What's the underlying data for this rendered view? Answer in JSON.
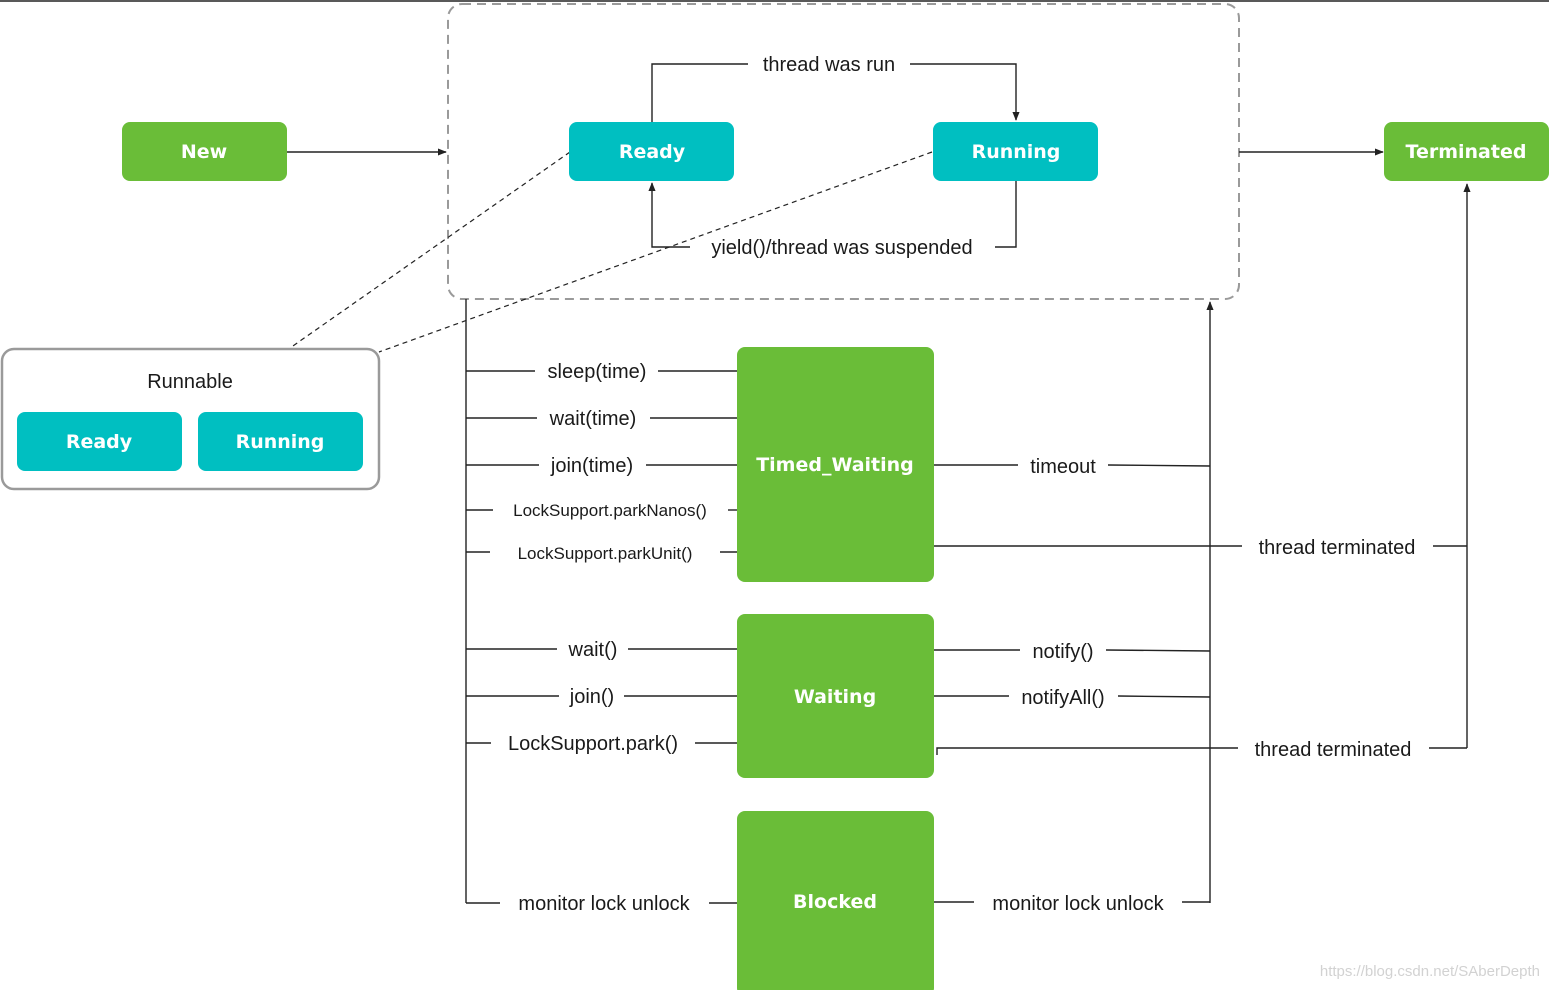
{
  "colors": {
    "state_green": "#6abd38",
    "state_teal": "#00bfc1",
    "group_border": "#9a9a9a",
    "line": "#222222"
  },
  "nodes": {
    "new": "New",
    "ready": "Ready",
    "running": "Running",
    "terminated": "Terminated",
    "timed_waiting": "Timed_Waiting",
    "waiting": "Waiting",
    "blocked": "Blocked"
  },
  "runnable_group": {
    "title": "Runnable",
    "ready": "Ready",
    "running": "Running"
  },
  "edges": {
    "thread_was_run": "thread was run",
    "yield_suspended": "yield()/thread was suspended",
    "sleep_time": "sleep(time)",
    "wait_time": "wait(time)",
    "join_time": "join(time)",
    "park_nanos": "LockSupport.parkNanos()",
    "park_unit": "LockSupport.parkUnit()",
    "timeout": "timeout",
    "thread_terminated_1": "thread terminated",
    "wait": "wait()",
    "join": "join()",
    "park": "LockSupport.park()",
    "notify": "notify()",
    "notify_all": "notifyAll()",
    "thread_terminated_2": "thread terminated",
    "monitor_lock_unlock_in": "monitor lock unlock",
    "monitor_lock_unlock_out": "monitor lock unlock"
  },
  "watermark": "https://blog.csdn.net/SAberDepth"
}
